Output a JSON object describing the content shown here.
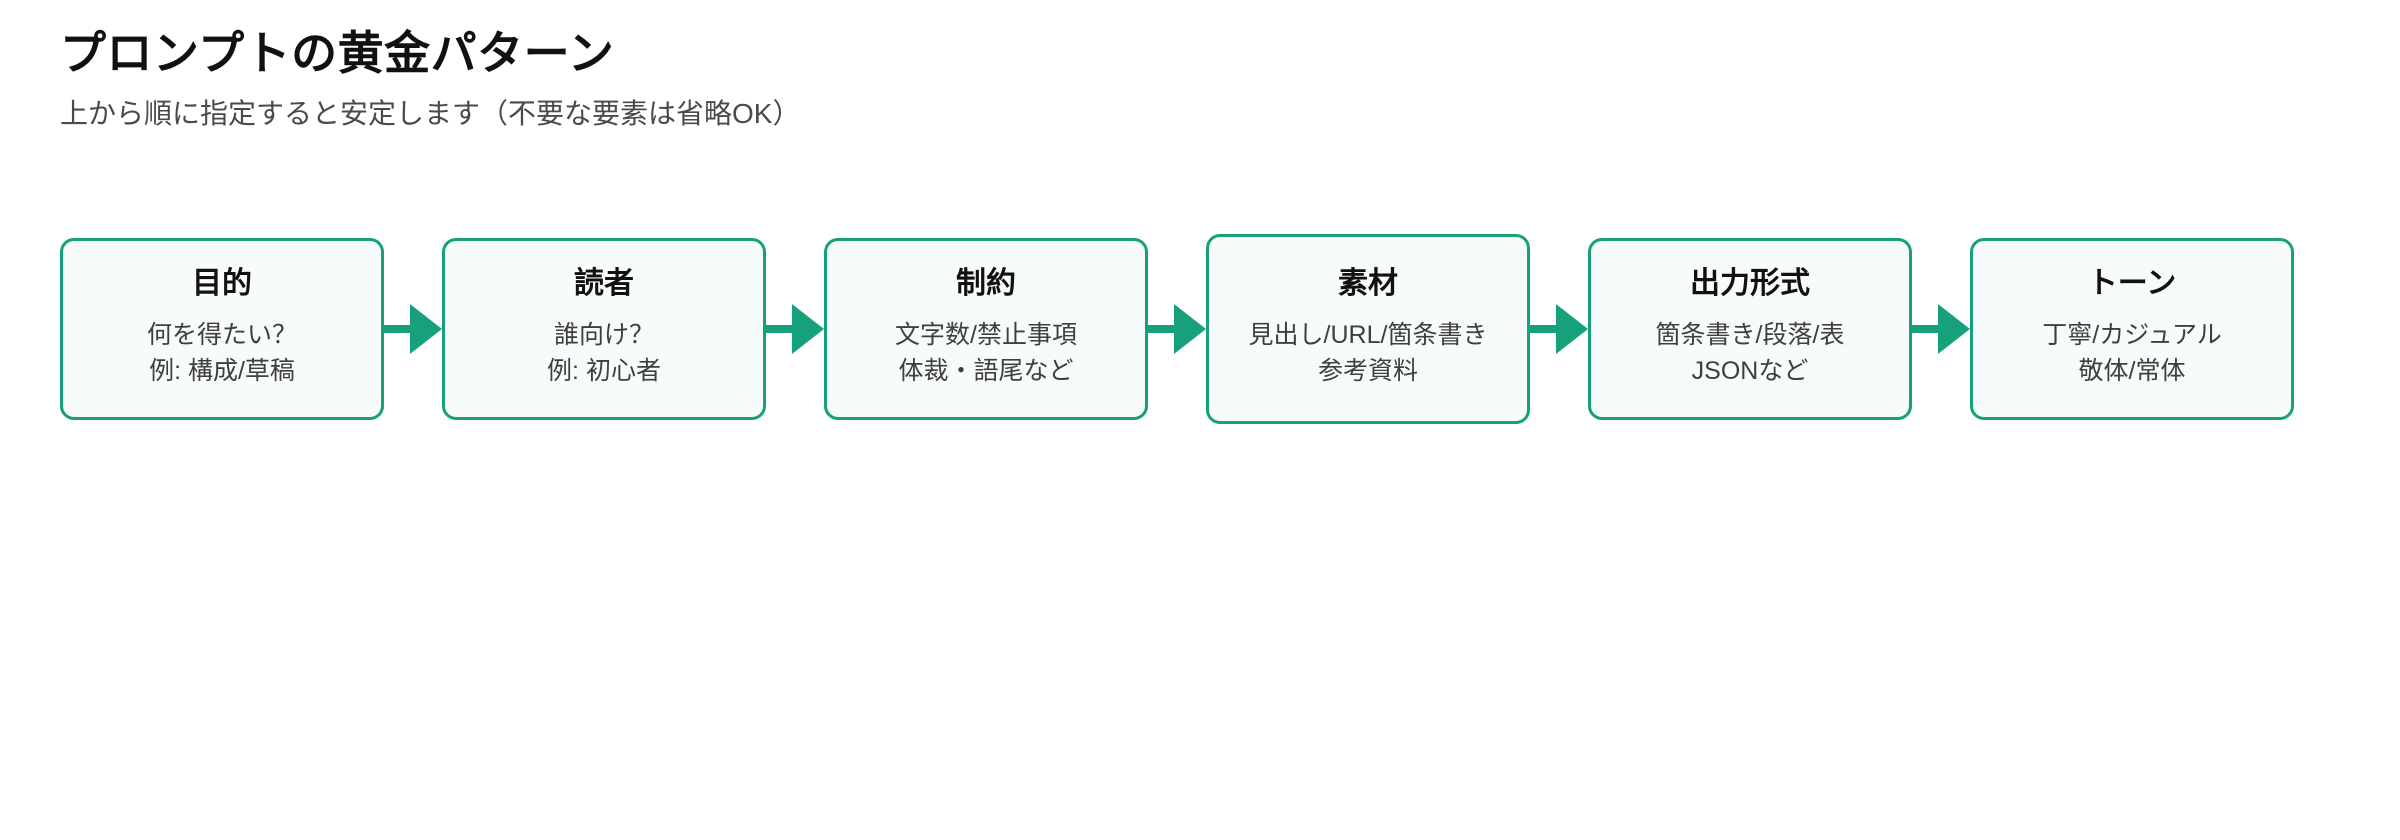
{
  "header": {
    "title": "プロンプトの黄金パターン",
    "subtitle": "上から順に指定すると安定します（不要な要素は省略OK）"
  },
  "colors": {
    "accent": "#17a07c",
    "card_fill": "#f7fbf9",
    "title_text": "#111111",
    "body_text": "#3f3f3f",
    "subtitle_text": "#4a4a4a",
    "background": "#ffffff"
  },
  "flow": {
    "connector_icon": "arrow-right-icon",
    "steps": [
      {
        "title": "目的",
        "lines": [
          "何を得たい？",
          "例: 構成/草稿"
        ]
      },
      {
        "title": "読者",
        "lines": [
          "誰向け？",
          "例: 初心者"
        ]
      },
      {
        "title": "制約",
        "lines": [
          "文字数/禁止事項",
          "体裁・語尾など"
        ]
      },
      {
        "title": "素材",
        "lines": [
          "見出し/URL/箇条書き",
          "参考資料"
        ]
      },
      {
        "title": "出力形式",
        "lines": [
          "箇条書き/段落/表",
          "JSONなど"
        ]
      },
      {
        "title": "トーン",
        "lines": [
          "丁寧/カジュアル",
          "敬体/常体"
        ]
      }
    ]
  }
}
